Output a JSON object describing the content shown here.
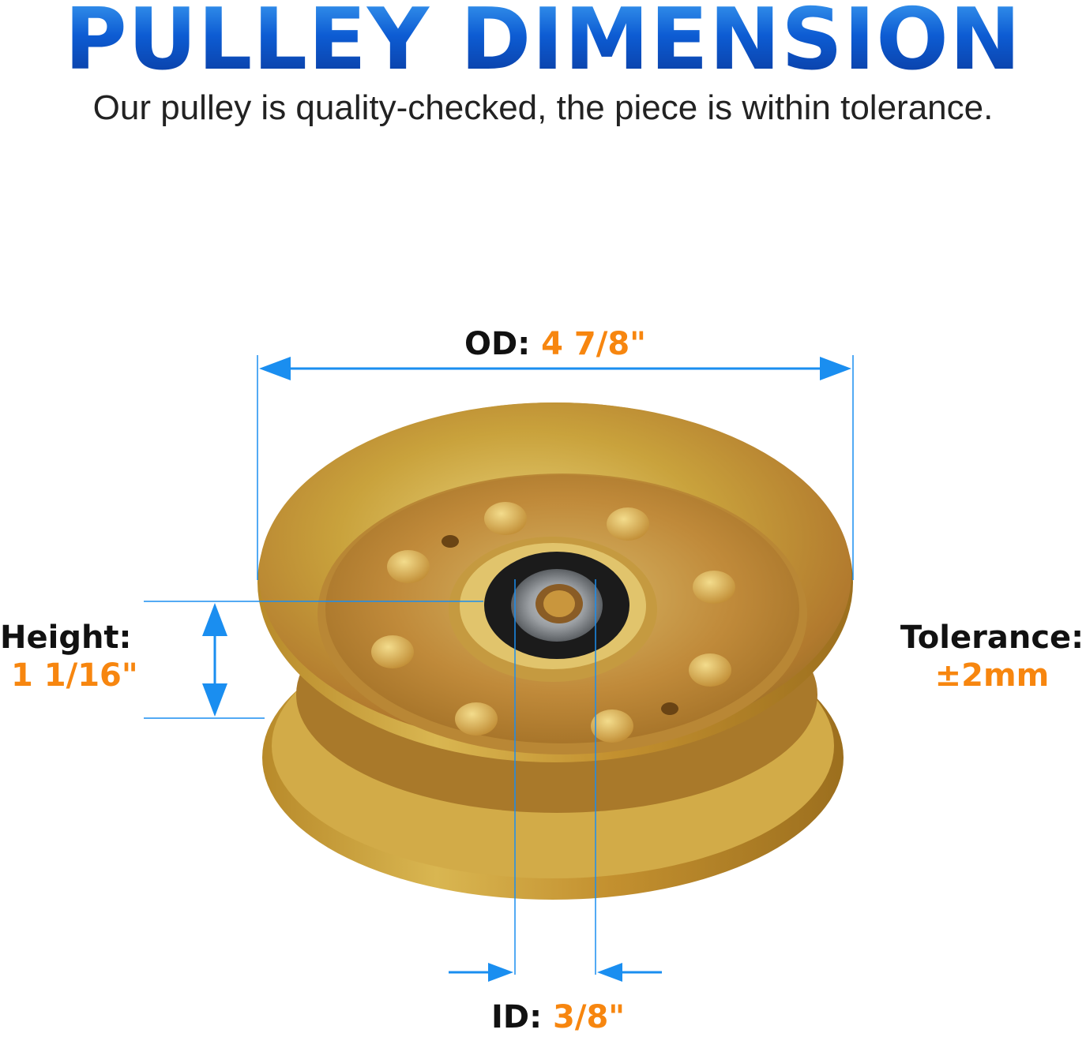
{
  "header": {
    "title": "PULLEY DIMENSION",
    "subtitle": "Our pulley is quality-checked, the piece is within tolerance."
  },
  "dimensions": {
    "od": {
      "label": "OD:",
      "value": "4 7/8\""
    },
    "height": {
      "label": "Height:",
      "value": "1 1/16\""
    },
    "tolerance": {
      "label": "Tolerance:",
      "value": "±2mm"
    },
    "id": {
      "label": "ID:",
      "value": "3/8\""
    }
  },
  "colors": {
    "title_blue": "#0d5cd3",
    "dimension_line": "#1a8ef0",
    "value_orange": "#f7860f",
    "pulley_gold": "#c9a64a"
  },
  "icons": [
    "pulley-image",
    "dimension-arrow"
  ]
}
